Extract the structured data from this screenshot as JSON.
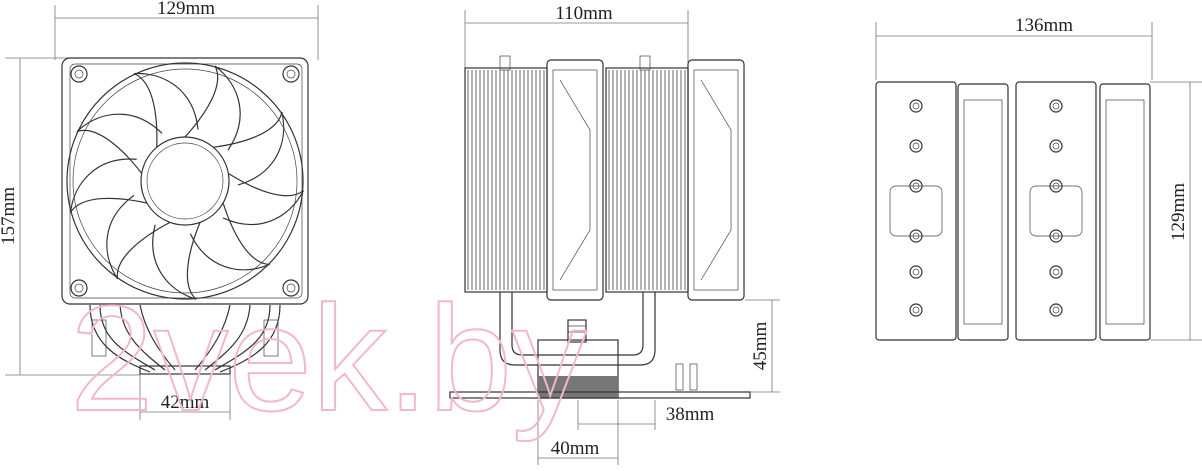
{
  "diagram": {
    "watermark": "2vek.by",
    "front_view": {
      "width_label": "129mm",
      "height_label": "157mm",
      "base_label": "42mm"
    },
    "side_view": {
      "depth_label": "110mm",
      "clearance_label": "45mm",
      "offset_label": "38mm",
      "base_label": "40mm"
    },
    "top_view": {
      "length_label": "136mm",
      "width_label": "129mm"
    },
    "colors": {
      "line": "#333333",
      "dimension": "#777777",
      "watermark": "#f2b8c4"
    }
  }
}
